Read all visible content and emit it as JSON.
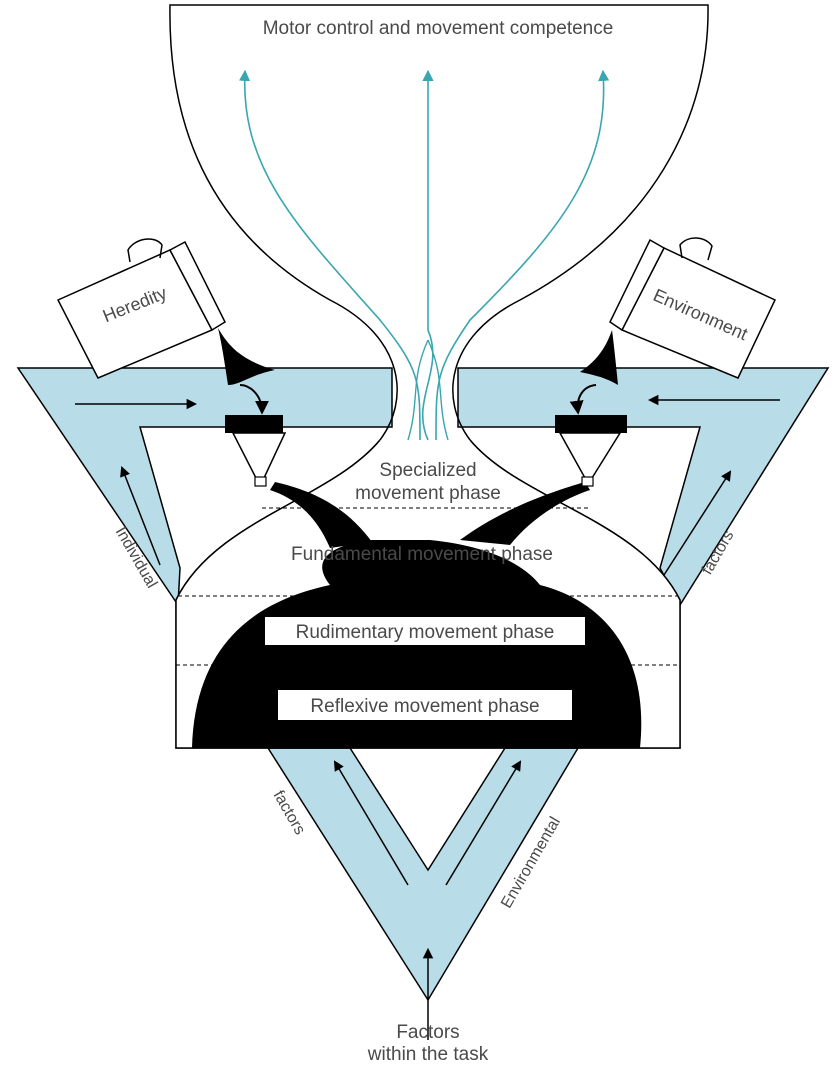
{
  "diagram": {
    "top_label": "Motor control and movement competence",
    "phases": {
      "specialized_line1": "Specialized",
      "specialized_line2": "movement phase",
      "fundamental": "Fundamental movement phase",
      "rudimentary": "Rudimentary movement phase",
      "reflexive": "Reflexive movement phase"
    },
    "buckets": {
      "left": "Heredity",
      "right": "Environment"
    },
    "side_labels": {
      "left_individual": "Individual",
      "right_factors": "factors",
      "bottom_left_factors": "factors",
      "bottom_right_environmental": "Environmental"
    },
    "bottom_label_line1": "Factors",
    "bottom_label_line2": "within the task",
    "colors": {
      "band": "#b8dce8",
      "ink": "#000000",
      "arrow_teal": "#3aa6b0",
      "text": "#4a4a4a"
    }
  }
}
